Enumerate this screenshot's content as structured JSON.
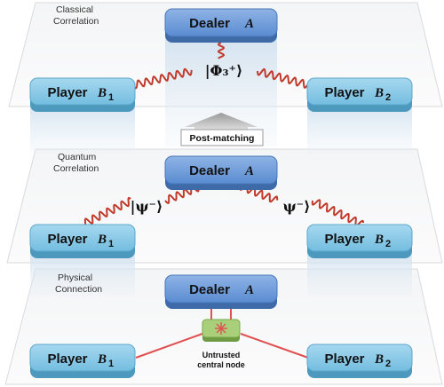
{
  "layers": [
    {
      "label_line1": "Classical",
      "label_line2": "Correlation"
    },
    {
      "label_line1": "Quantum",
      "label_line2": "Correlation"
    },
    {
      "label_line1": "Physical",
      "label_line2": "Connection"
    }
  ],
  "nodes": {
    "dealer": {
      "name": "Dealer",
      "symbol": "A"
    },
    "player1": {
      "name": "Player",
      "symbol": "B",
      "index": "1"
    },
    "player2": {
      "name": "Player",
      "symbol": "B",
      "index": "2"
    }
  },
  "states": {
    "classical": "|Φ₃⁺⟩",
    "quantum_left": "|ψ⁻⟩",
    "quantum_right": "ψ⁻⟩"
  },
  "post_matching": "Post-matching",
  "central_node": {
    "line1": "Untrusted",
    "line2": "central node"
  },
  "colors": {
    "dealer_fill": "#6b9bd8",
    "player_fill": "#86c7e6",
    "wave": "#c0392b",
    "laser": "#e05050",
    "node_fill": "#a9cf7a"
  }
}
